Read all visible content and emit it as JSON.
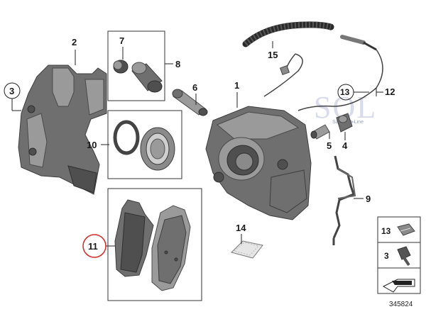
{
  "diagram": {
    "reference_number": "345824",
    "watermark": {
      "logo": "SQL",
      "tagline": "Sales On Line"
    },
    "callouts": [
      {
        "id": "c1",
        "label": "1"
      },
      {
        "id": "c2",
        "label": "2"
      },
      {
        "id": "c3",
        "label": "3",
        "circled": true
      },
      {
        "id": "c4",
        "label": "4"
      },
      {
        "id": "c5",
        "label": "5"
      },
      {
        "id": "c6",
        "label": "6"
      },
      {
        "id": "c7",
        "label": "7"
      },
      {
        "id": "c8",
        "label": "8"
      },
      {
        "id": "c9",
        "label": "9"
      },
      {
        "id": "c10",
        "label": "10"
      },
      {
        "id": "c11",
        "label": "11",
        "circled": true,
        "highlight": "#d62828"
      },
      {
        "id": "c12",
        "label": "12"
      },
      {
        "id": "c13",
        "label": "13",
        "circled": true
      },
      {
        "id": "c14",
        "label": "14"
      },
      {
        "id": "c15",
        "label": "15"
      }
    ],
    "legend": [
      {
        "label": "13"
      },
      {
        "label": "3"
      }
    ]
  }
}
